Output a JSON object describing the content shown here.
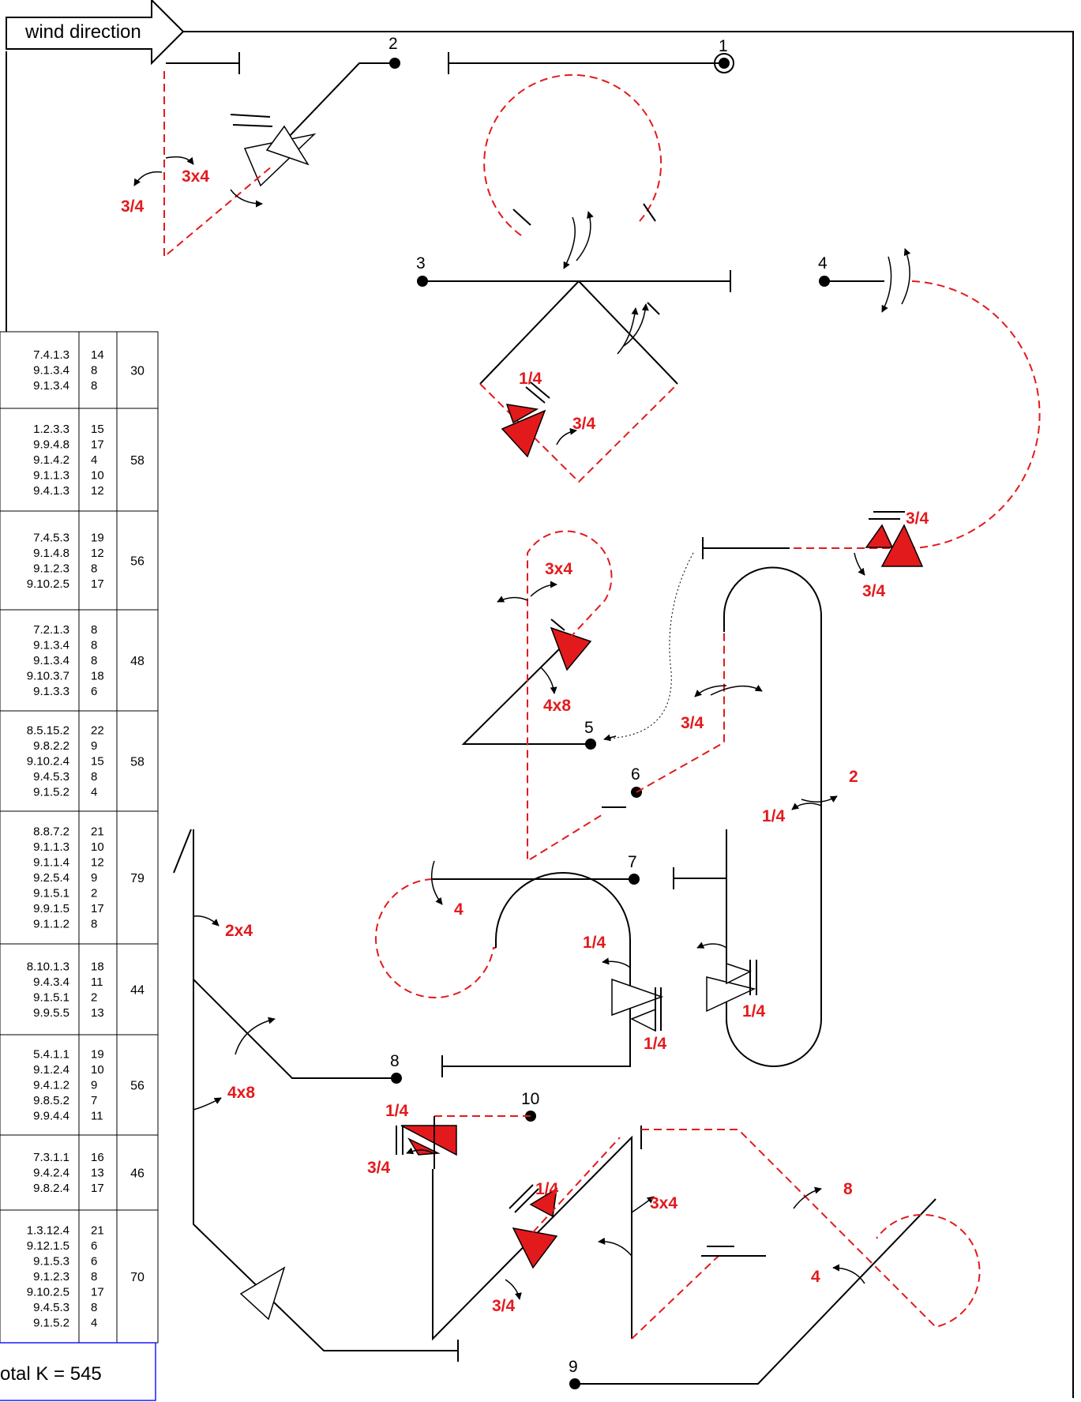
{
  "legend": {
    "wind_direction": "wind direction",
    "total": "otal K = 545"
  },
  "colors": {
    "line": "#000000",
    "optimal_course": "#e31a1c",
    "table_border": "#000000",
    "total_border": "#1a1aff"
  },
  "marks": [
    {
      "id": "1",
      "label": "1"
    },
    {
      "id": "2",
      "label": "2"
    },
    {
      "id": "3",
      "label": "3"
    },
    {
      "id": "4",
      "label": "4"
    },
    {
      "id": "5",
      "label": "5"
    },
    {
      "id": "6",
      "label": "6"
    },
    {
      "id": "7",
      "label": "7"
    },
    {
      "id": "8",
      "label": "8"
    },
    {
      "id": "9",
      "label": "9"
    },
    {
      "id": "10",
      "label": "10"
    }
  ],
  "labels": {
    "l_3x4_a": "3x4",
    "l_3_4_a": "3/4",
    "l_1_4_a": "1/4",
    "l_3_4_b": "3/4",
    "l_3_4_c": "3/4",
    "l_3_4_d": "3/4",
    "l_3x4_b": "3x4",
    "l_4x8_a": "4x8",
    "l_3_4_e": "3/4",
    "l_2": "2",
    "l_1_4_b": "1/4",
    "l_4": "4",
    "l_2x4": "2x4",
    "l_1_4_c": "1/4",
    "l_1_4_d": "1/4",
    "l_1_4_e": "1/4",
    "l_4x8_b": "4x8",
    "l_1_4_f": "1/4",
    "l_3_4_f": "3/4",
    "l_1_4_g": "1/4",
    "l_3x4_c": "3x4",
    "l_8": "8",
    "l_4_b": "4",
    "l_3_4_g": "3/4"
  },
  "table": {
    "rows": [
      {
        "codes": [
          "7.4.1.3",
          "9.1.3.4",
          "9.1.3.4"
        ],
        "values": [
          "14",
          "8",
          "8"
        ],
        "sum": "30"
      },
      {
        "codes": [
          "1.2.3.3",
          "9.9.4.8",
          "9.1.4.2",
          "9.1.1.3",
          "9.4.1.3"
        ],
        "values": [
          "15",
          "17",
          "4",
          "10",
          "12"
        ],
        "sum": "58"
      },
      {
        "codes": [
          "7.4.5.3",
          "9.1.4.8",
          "9.1.2.3",
          "9.10.2.5"
        ],
        "values": [
          "19",
          "12",
          "8",
          "17"
        ],
        "sum": "56"
      },
      {
        "codes": [
          "7.2.1.3",
          "9.1.3.4",
          "9.1.3.4",
          "9.10.3.7",
          "9.1.3.3"
        ],
        "values": [
          "8",
          "8",
          "8",
          "18",
          "6"
        ],
        "sum": "48"
      },
      {
        "codes": [
          "8.5.15.2",
          "9.8.2.2",
          "9.10.2.4",
          "9.4.5.3",
          "9.1.5.2"
        ],
        "values": [
          "22",
          "9",
          "15",
          "8",
          "4"
        ],
        "sum": "58"
      },
      {
        "codes": [
          "8.8.7.2",
          "9.1.1.3",
          "9.1.1.4",
          "9.2.5.4",
          "9.1.5.1",
          "9.9.1.5",
          "9.1.1.2"
        ],
        "values": [
          "21",
          "10",
          "12",
          "9",
          "2",
          "17",
          "8"
        ],
        "sum": "79"
      },
      {
        "codes": [
          "8.10.1.3",
          "9.4.3.4",
          "9.1.5.1",
          "9.9.5.5"
        ],
        "values": [
          "18",
          "11",
          "2",
          "13"
        ],
        "sum": "44"
      },
      {
        "codes": [
          "5.4.1.1",
          "9.1.2.4",
          "9.4.1.2",
          "9.8.5.2",
          "9.9.4.4"
        ],
        "values": [
          "19",
          "10",
          "9",
          "7",
          "11"
        ],
        "sum": "56"
      },
      {
        "codes": [
          "7.3.1.1",
          "9.4.2.4",
          "9.8.2.4"
        ],
        "values": [
          "16",
          "13",
          "17"
        ],
        "sum": "46"
      },
      {
        "codes": [
          "1.3.12.4",
          "9.12.1.5",
          "9.1.5.3",
          "9.1.2.3",
          "9.10.2.5",
          "9.4.5.3",
          "9.1.5.2"
        ],
        "values": [
          "21",
          "6",
          "6",
          "8",
          "17",
          "8",
          "4"
        ],
        "sum": "70"
      }
    ]
  }
}
